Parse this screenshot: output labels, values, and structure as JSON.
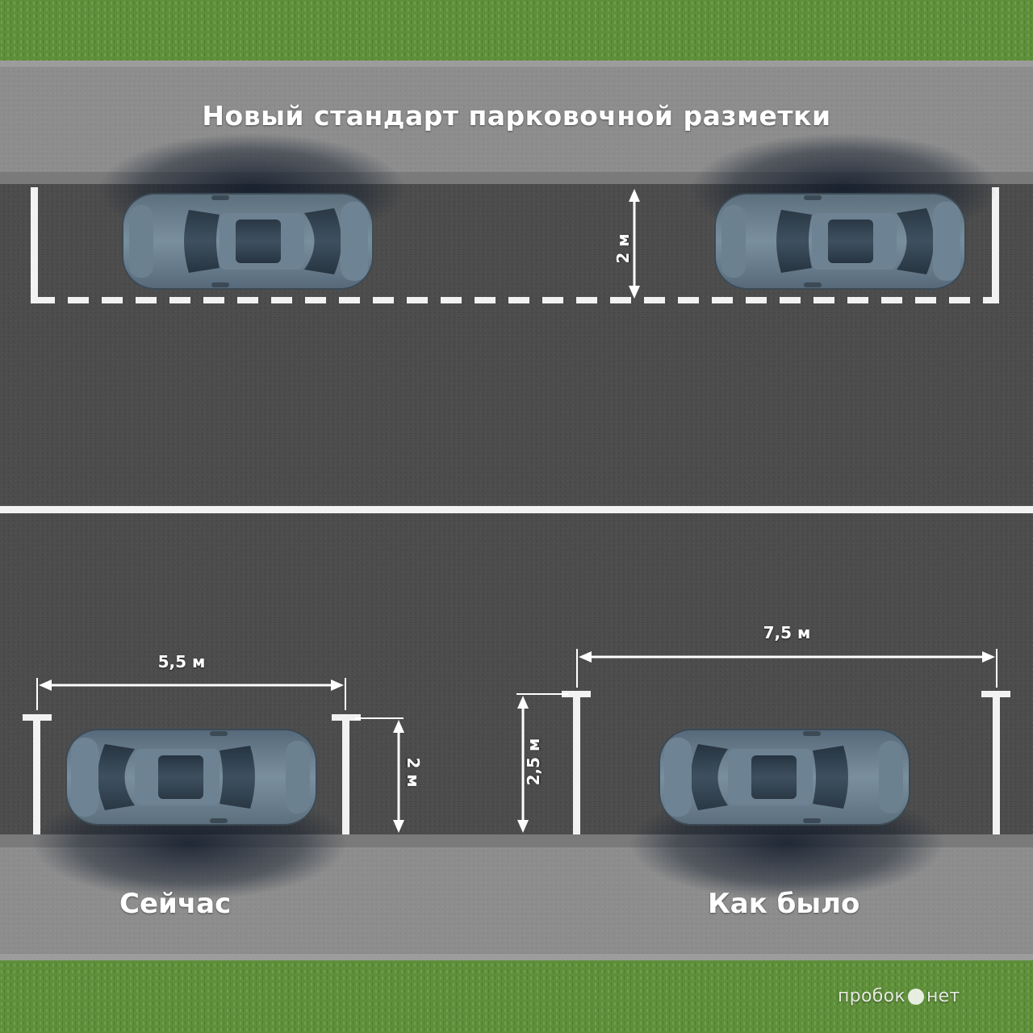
{
  "title": "Новый стандарт парковочной разметки",
  "labels": {
    "now": "Сейчас",
    "before": "Как было"
  },
  "dimensions": {
    "new_width": "2 м",
    "now_length": "5,5 м",
    "now_width": "2 м",
    "before_length": "7,5 м",
    "before_width": "2,5 м"
  },
  "brand": {
    "left": "пробок",
    "right": "нет"
  },
  "colors": {
    "grass": "#5e8e3a",
    "sidewalk": "#8c8c8c",
    "asphalt": "#4a4a4a",
    "marking": "#f2f2f2",
    "car": "#6a7f8e"
  }
}
